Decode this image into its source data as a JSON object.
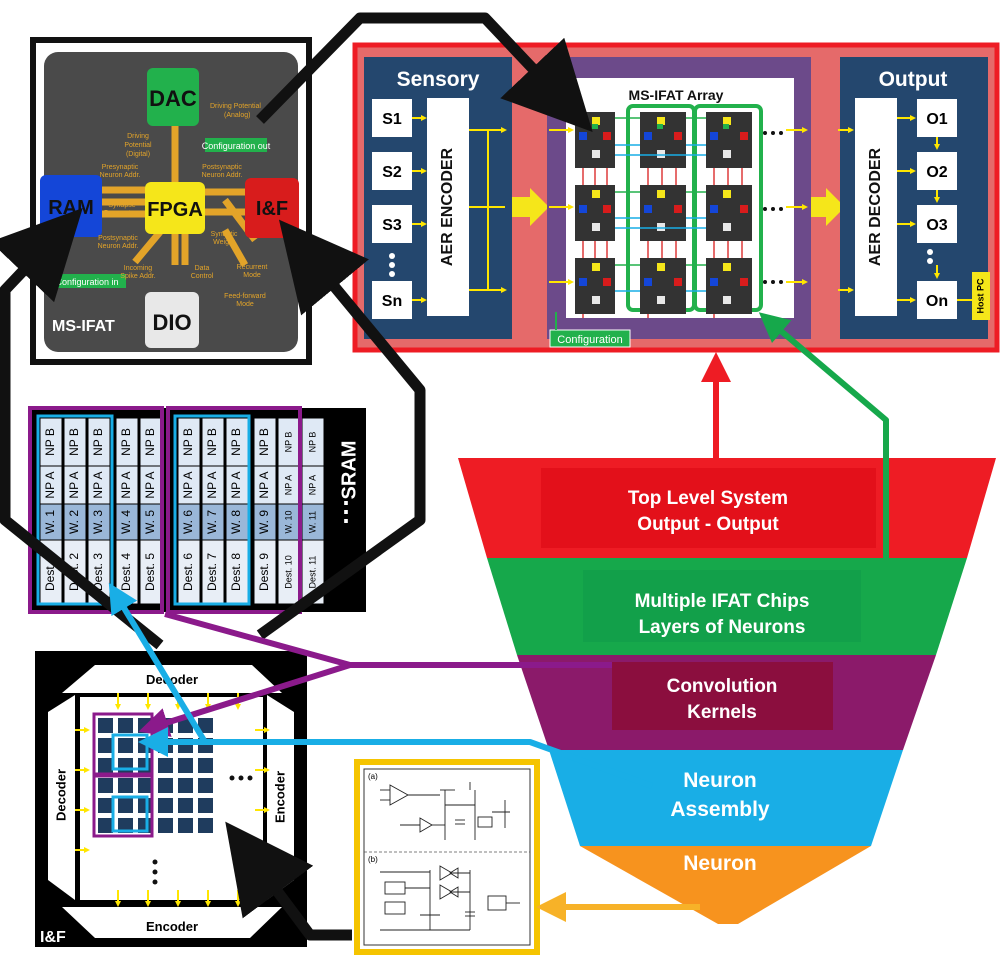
{
  "msifat": {
    "dac": "DAC",
    "ram": "RAM",
    "fpga": "FPGA",
    "iandf": "I&F",
    "dio": "DIO",
    "title": "MS-IFAT",
    "config_out": "Configuration out",
    "config_in": "Configuration in",
    "labels": {
      "driving_analog_1": "Driving Potential",
      "driving_analog_2": "(Analog)",
      "driving_digital_1": "Driving",
      "driving_digital_2": "Potential",
      "driving_digital_3": "(Digital)",
      "presyn_1": "Presynaptic",
      "presyn_2": "Neuron Addr.",
      "synparam_1": "Synapse",
      "synparam_2": "Parameters",
      "postsyn_left_1": "Postsynaptic",
      "postsyn_left_2": "Neuron Addr.",
      "postsyn_right_1": "Postsynaptic",
      "postsyn_right_2": "Neuron Addr.",
      "synweight_1": "Synaptic",
      "synweight_2": "Weight",
      "incoming_1": "Incoming",
      "incoming_2": "Spike Addr.",
      "datactrl_1": "Data",
      "datactrl_2": "Control",
      "recurrent_1": "Recurrent",
      "recurrent_2": "Mode",
      "feedfwd_1": "Feed-forward",
      "feedfwd_2": "Mode"
    }
  },
  "system": {
    "sensory_title": "Sensory",
    "output_title": "Output",
    "array_title": "MS-IFAT Array",
    "encoder": "AER ENCODER",
    "decoder": "AER DECODER",
    "sensors": [
      "S1",
      "S2",
      "S3",
      "Sn"
    ],
    "outputs": [
      "O1",
      "O2",
      "O3",
      "On"
    ],
    "host_pc": "Host PC",
    "configuration": "Configuration"
  },
  "sram": {
    "label": "SRAM",
    "np_a": "NP A",
    "np_b": "NP B",
    "weights": [
      "W. 1",
      "W. 2",
      "W. 3",
      "W. 4",
      "W. 5",
      "W. 6",
      "W. 7",
      "W. 8",
      "W. 9",
      "W. 10",
      "W. 11"
    ],
    "dests": [
      "Dest. 1",
      "Dest. 2",
      "Dest. 3",
      "Dest. 4",
      "Dest. 5",
      "Dest. 6",
      "Dest. 7",
      "Dest. 8",
      "Dest. 9",
      "Dest. 10",
      "Dest. 11"
    ],
    "ellipsis": "⋮"
  },
  "if_chip": {
    "decoder_top": "Decoder",
    "decoder_left": "Decoder",
    "encoder_right": "Encoder",
    "encoder_bottom": "Encoder",
    "label": "I&F"
  },
  "pyramid": {
    "level1_line1": "Top Level System",
    "level1_line2": "Output - Output",
    "level2_line1": "Multiple IFAT Chips",
    "level2_line2": "Layers of Neurons",
    "level3_line1": "Convolution",
    "level3_line2": "Kernels",
    "level4_line1": "Neuron",
    "level4_line2": "Assembly",
    "level5": "Neuron"
  },
  "circuit": {
    "part_a": "(a)",
    "part_b": "(b)"
  },
  "colors": {
    "red": "#ee1c24",
    "green": "#16a84b",
    "purple": "#8b1a8b",
    "cyan": "#19aee6",
    "orange": "#f7931e",
    "yellow": "#f5c400",
    "navy": "#1f3c5e"
  }
}
